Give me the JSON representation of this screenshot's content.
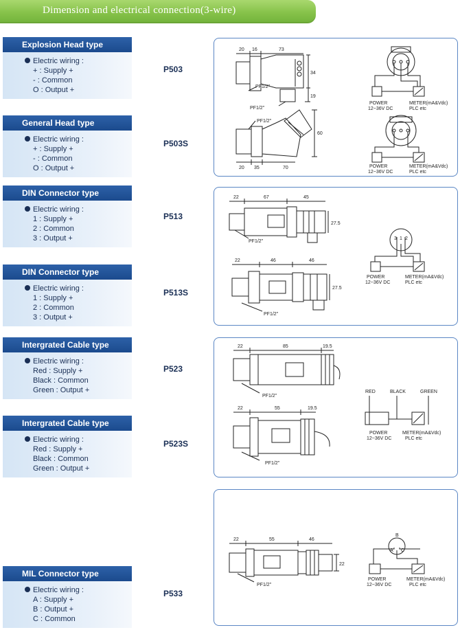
{
  "header": {
    "title": "Dimension and electrical connection(3-wire)"
  },
  "labels": {
    "electric_wiring": "Electric wiring :",
    "pf12": "PF1/2\"",
    "power": "POWER",
    "power_spec": "12~36V DC",
    "meter": "METER(mA&Vdc)",
    "meter_spec": "PLC etc",
    "meter_top": "METER(mA&Vdc)",
    "red": "RED",
    "black": "BLACK",
    "green": "GREEN"
  },
  "sections": [
    {
      "type": "Explosion Head type",
      "lines": [
        "+ : Supply +",
        "- : Common",
        "O : Output +"
      ],
      "model": "P503"
    },
    {
      "type": "General Head type",
      "lines": [
        "+ : Supply +",
        "- : Common",
        "O : Output +"
      ],
      "model": "P503S"
    },
    {
      "type": "DIN Connector type",
      "lines": [
        "1 : Supply +",
        "2 : Common",
        "3 : Output +"
      ],
      "model": "P513"
    },
    {
      "type": "DIN Connector type",
      "lines": [
        "1 : Supply +",
        "2 : Common",
        "3 : Output +"
      ],
      "model": "P513S"
    },
    {
      "type": "Intergrated Cable type",
      "lines": [
        "Red  : Supply +",
        "Black : Common",
        "Green : Output +"
      ],
      "model": "P523"
    },
    {
      "type": "Intergrated Cable type",
      "lines": [
        "Red  : Supply +",
        "Black : Common",
        "Green : Output +"
      ],
      "model": "P523S"
    },
    {
      "type": "MIL Connector type",
      "lines": [
        "A : Supply +",
        "B : Output +",
        "C : Common"
      ],
      "model": "P533"
    }
  ],
  "dims": {
    "p503": [
      "20",
      "16",
      "73",
      "34",
      "19"
    ],
    "p503s": [
      "60",
      "20",
      "35",
      "70"
    ],
    "p513": [
      "22",
      "67",
      "45",
      "27.5"
    ],
    "p513s": [
      "22",
      "46",
      "46",
      "27.5"
    ],
    "p523": [
      "22",
      "85",
      "19.5"
    ],
    "p523s": [
      "22",
      "55",
      "19.5"
    ],
    "p533": [
      "22",
      "55",
      "46",
      "22"
    ]
  },
  "pins": {
    "din": [
      "3",
      "1",
      "2"
    ],
    "mil": [
      "B",
      "A",
      "C"
    ]
  }
}
